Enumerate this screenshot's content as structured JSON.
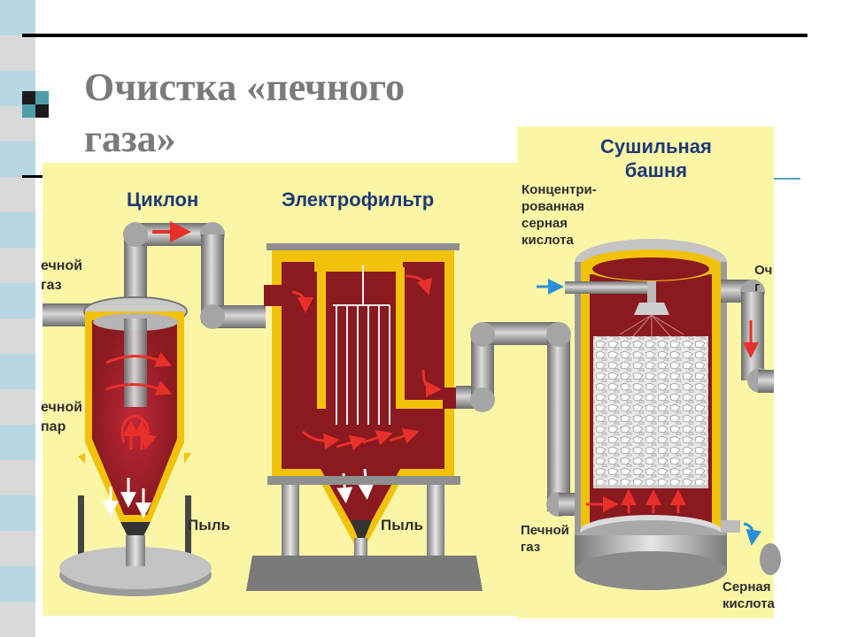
{
  "slide": {
    "title_line1": "Очистка «печного",
    "title_line2": "газа»"
  },
  "diagram": {
    "stage_cyclone": "Циклон",
    "stage_electrofilter": "Электрофильтр",
    "stage_drying_tower_line1": "Сушильная",
    "stage_drying_tower_line2": "башня",
    "label_furnace_gas_in_line1": "ечной",
    "label_furnace_gas_in_line2": "газ",
    "label_steam_line1": "ечной",
    "label_steam_line2": "пар",
    "label_dust_cyclone": "Пыль",
    "label_dust_filter": "Пыль",
    "label_conc_acid_line1": "Концентри-",
    "label_conc_acid_line2": "рованная",
    "label_conc_acid_line3": "серная",
    "label_conc_acid_line4": "кислота",
    "label_furnace_gas_out_line1": "Печной",
    "label_furnace_gas_out_line2": "газ",
    "label_cleaned_line1": "Оч",
    "label_cleaned_line2": "г",
    "label_sulfuric_acid_line1": "Серная",
    "label_sulfuric_acid_line2": "кислота"
  },
  "colors": {
    "panel_bg": "#fbf6a6",
    "casing": "#f2c20a",
    "chamber": "#8a1a1f",
    "pipe": "#9a9a9a",
    "arrow_red": "#e8302a",
    "arrow_blue": "#2a8fd8",
    "header_text": "#1e3a78",
    "title_text": "#7a7a7a",
    "strip_blue": "#b7d7e2",
    "strip_gray": "#d9d9d9"
  },
  "icons": [
    "bullet-square-icon"
  ]
}
